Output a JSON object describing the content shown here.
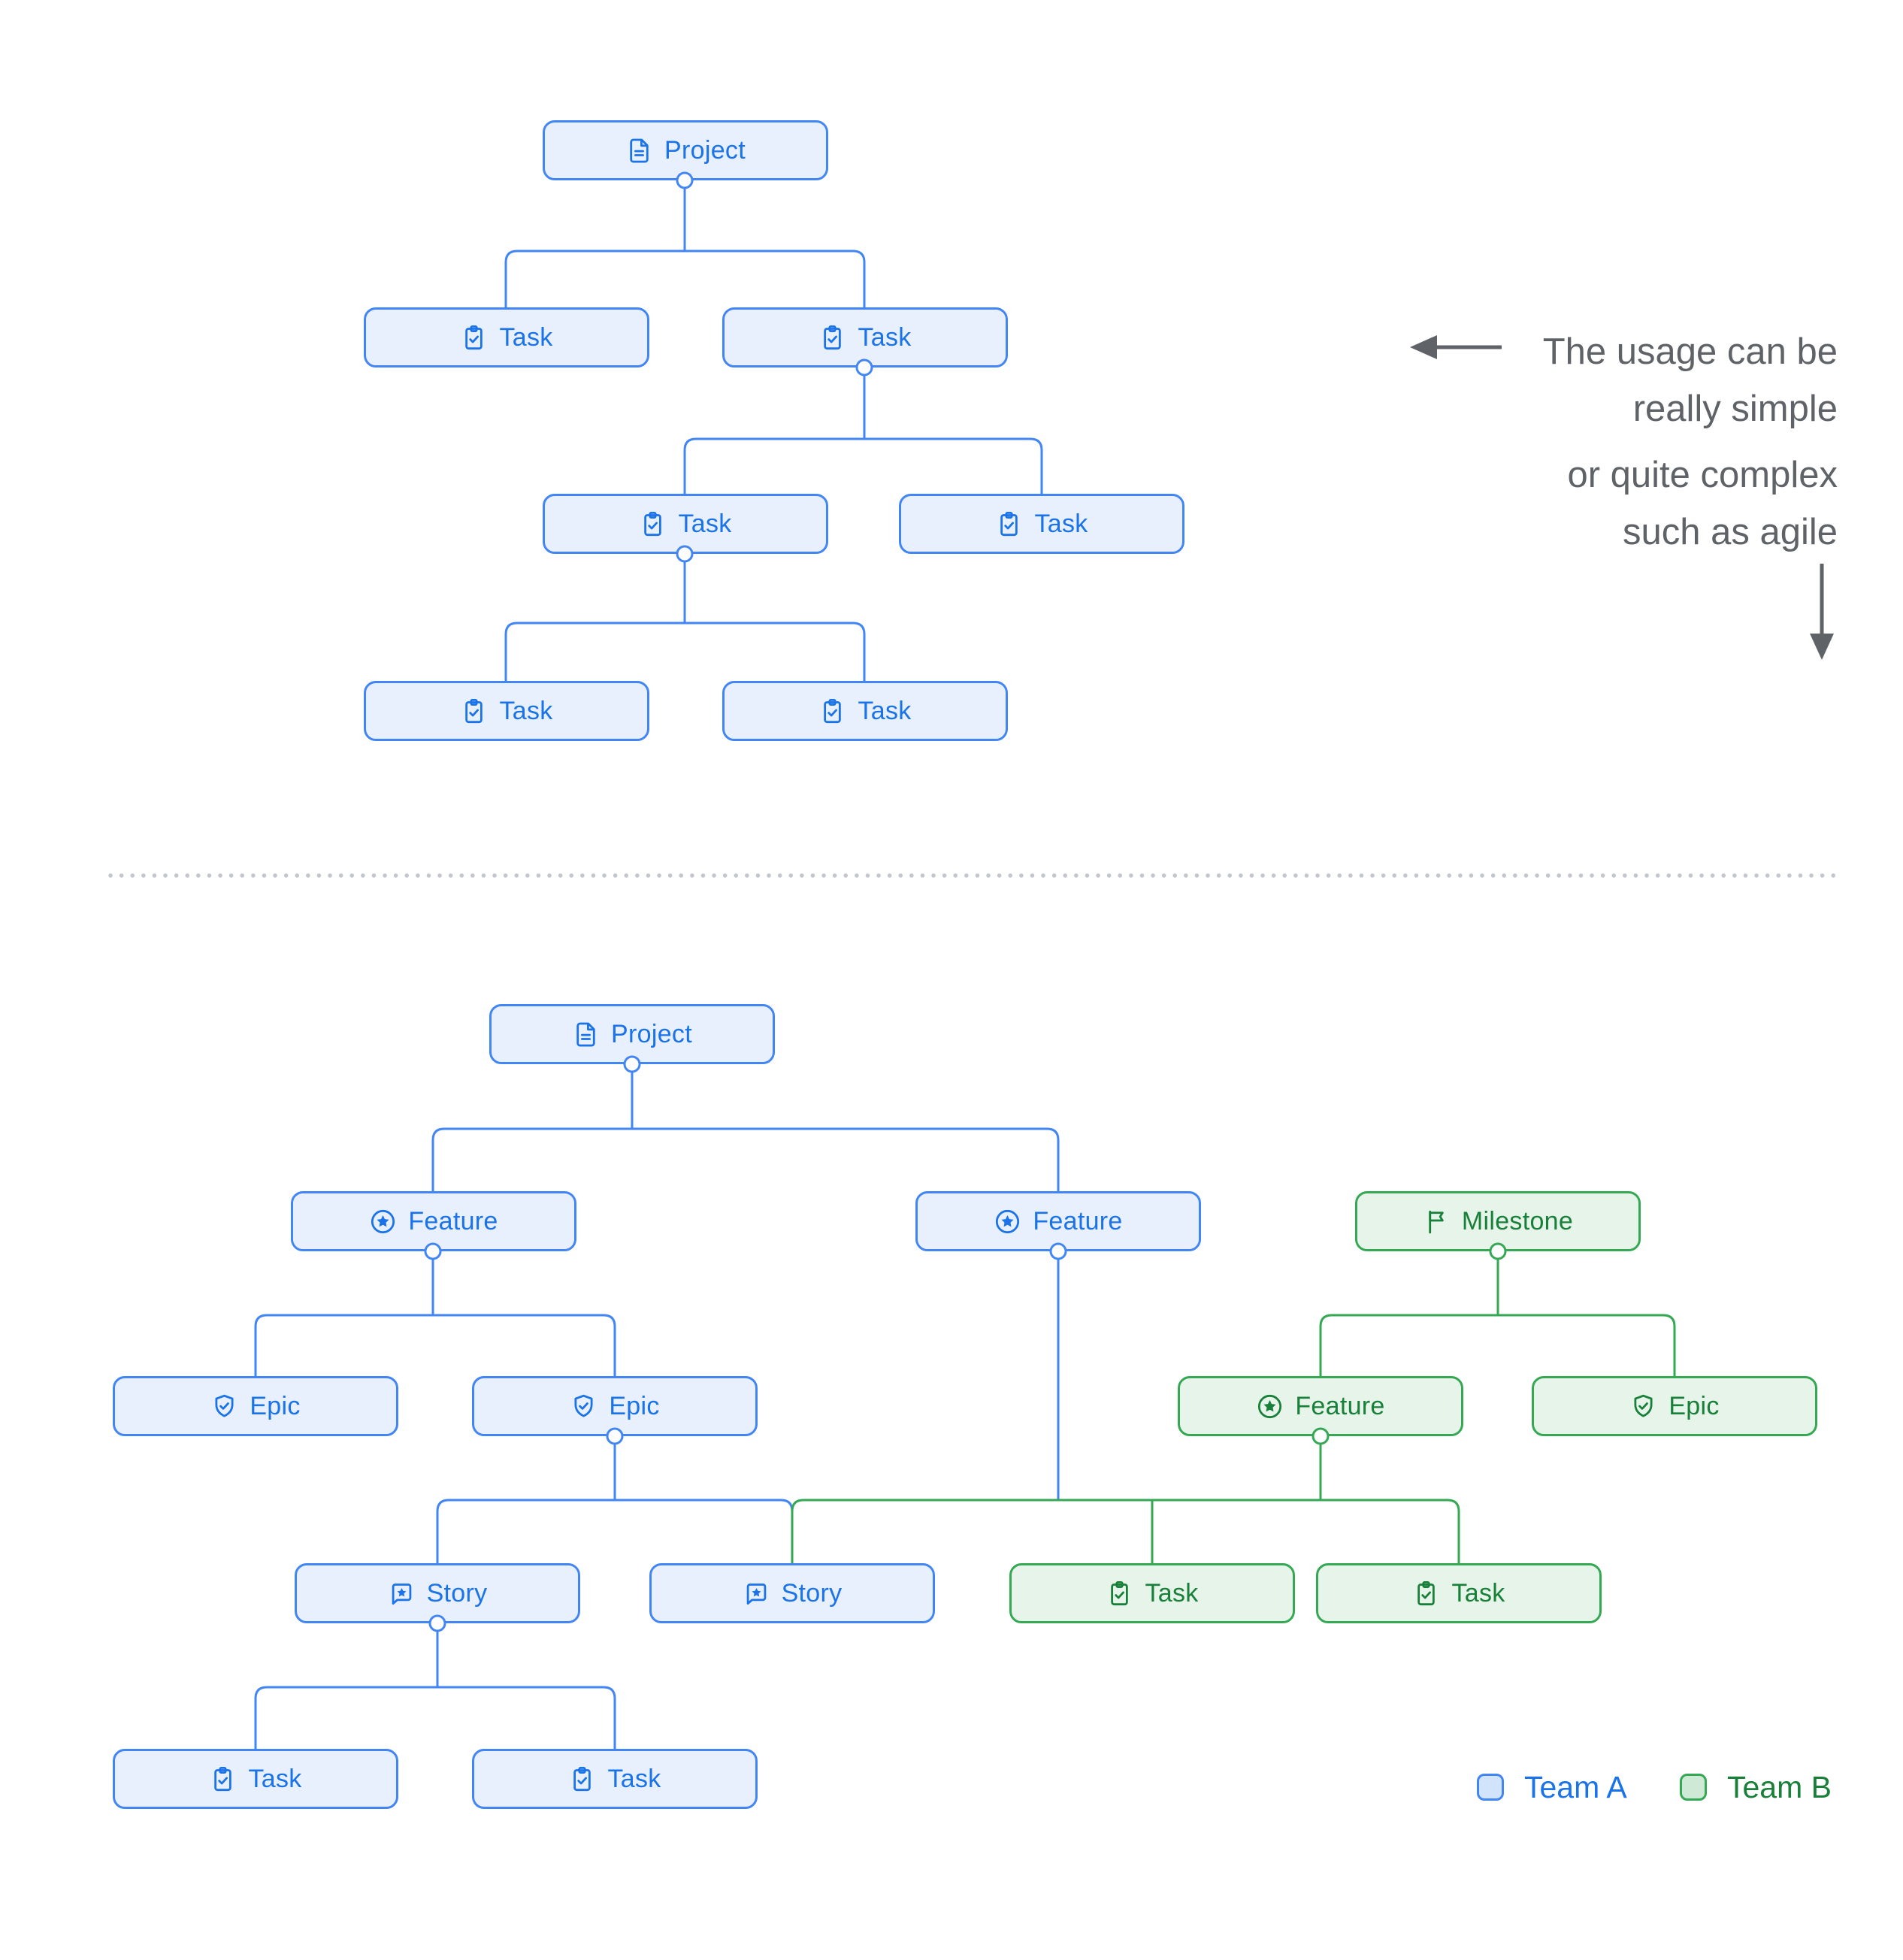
{
  "colors": {
    "team_a_border": "#4285f4",
    "team_a_fill": "#e8f0fe",
    "team_a_text": "#1a73e8",
    "team_b_border": "#34a853",
    "team_b_fill": "#e6f4ea",
    "team_b_text": "#188038",
    "annotation_text": "#5f6368",
    "arrow": "#5f6368",
    "divider_dots": "#c3c7cd"
  },
  "annotation": {
    "line1": "The usage can be",
    "line2": "really simple",
    "line3": "or quite complex",
    "line4": "such as agile"
  },
  "top_tree": {
    "nodes": [
      {
        "label": "Project",
        "icon": "document-icon"
      },
      {
        "label": "Task",
        "icon": "task-icon"
      },
      {
        "label": "Task",
        "icon": "task-icon"
      },
      {
        "label": "Task",
        "icon": "task-icon"
      },
      {
        "label": "Task",
        "icon": "task-icon"
      },
      {
        "label": "Task",
        "icon": "task-icon"
      },
      {
        "label": "Task",
        "icon": "task-icon"
      }
    ]
  },
  "bottom_tree": {
    "nodes": [
      {
        "label": "Project",
        "team": "A",
        "icon": "document-icon"
      },
      {
        "label": "Feature",
        "team": "A",
        "icon": "feature-icon"
      },
      {
        "label": "Feature",
        "team": "A",
        "icon": "feature-icon"
      },
      {
        "label": "Milestone",
        "team": "B",
        "icon": "milestone-icon"
      },
      {
        "label": "Epic",
        "team": "A",
        "icon": "epic-icon"
      },
      {
        "label": "Epic",
        "team": "A",
        "icon": "epic-icon"
      },
      {
        "label": "Feature",
        "team": "B",
        "icon": "feature-icon"
      },
      {
        "label": "Epic",
        "team": "B",
        "icon": "epic-icon"
      },
      {
        "label": "Story",
        "team": "A",
        "icon": "story-icon"
      },
      {
        "label": "Story",
        "team": "A",
        "icon": "story-icon"
      },
      {
        "label": "Task",
        "team": "B",
        "icon": "task-icon"
      },
      {
        "label": "Task",
        "team": "B",
        "icon": "task-icon"
      },
      {
        "label": "Task",
        "team": "A",
        "icon": "task-icon"
      },
      {
        "label": "Task",
        "team": "A",
        "icon": "task-icon"
      }
    ]
  },
  "legend": {
    "items": [
      {
        "label": "Team A",
        "border": "#4285f4",
        "fill": "#d2e3fc",
        "text_color": "#1a73e8"
      },
      {
        "label": "Team B",
        "border": "#34a853",
        "fill": "#ceead6",
        "text_color": "#188038"
      }
    ]
  }
}
